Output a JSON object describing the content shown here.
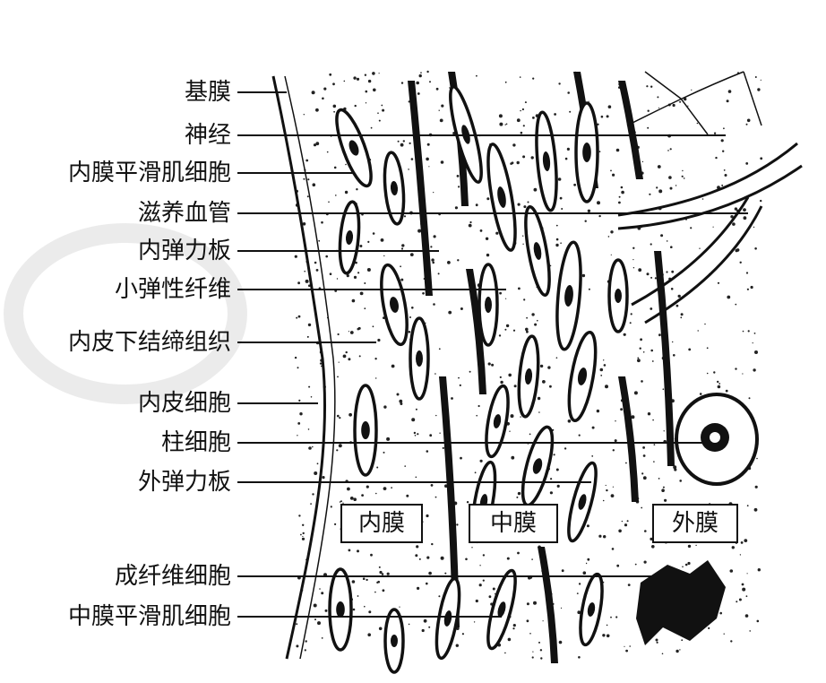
{
  "labels": [
    {
      "text": "基膜",
      "target": "basement-membrane"
    },
    {
      "text": "神经",
      "target": "nerve"
    },
    {
      "text": "内膜平滑肌细胞",
      "target": "intimal-smooth-muscle-cell"
    },
    {
      "text": "滋养血管",
      "target": "vasa-vasorum"
    },
    {
      "text": "内弹力板",
      "target": "internal-elastic-lamina"
    },
    {
      "text": "小弹性纤维",
      "target": "small-elastic-fiber"
    },
    {
      "text": "内皮下结缔组织",
      "target": "subendothelial-connective-tissue"
    },
    {
      "text": "内皮细胞",
      "target": "endothelial-cell"
    },
    {
      "text": "柱细胞",
      "target": "column-cell"
    },
    {
      "text": "外弹力板",
      "target": "external-elastic-lamina"
    },
    {
      "text": "成纤维细胞",
      "target": "fibroblast"
    },
    {
      "text": "中膜平滑肌细胞",
      "target": "medial-smooth-muscle-cell"
    }
  ],
  "layers": {
    "intima": "内膜",
    "media": "中膜",
    "adventitia": "外膜"
  }
}
